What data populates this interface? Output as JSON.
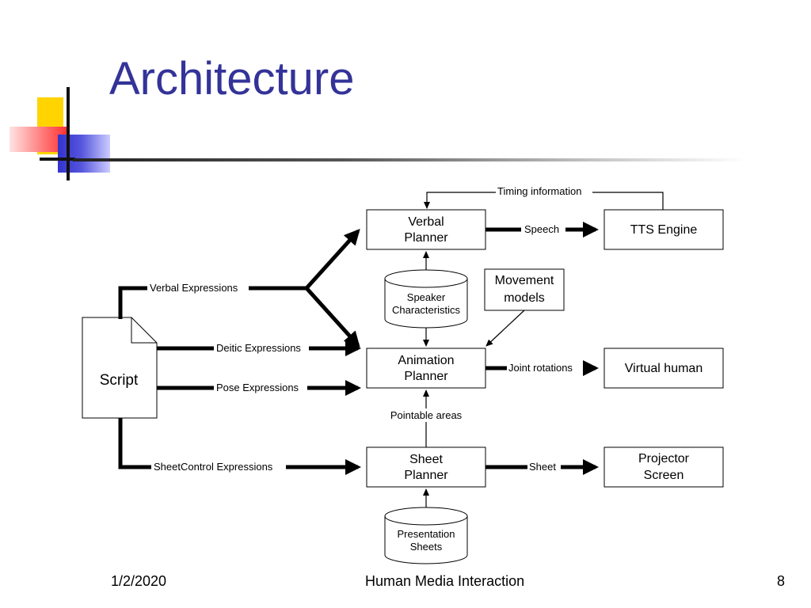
{
  "slide": {
    "title": "Architecture",
    "footer_date": "1/2/2020",
    "footer_center": "Human Media Interaction",
    "page_number": "8"
  },
  "diagram": {
    "nodes": {
      "script": "Script",
      "verbal_planner": [
        "Verbal",
        "Planner"
      ],
      "animation_planner": [
        "Animation",
        "Planner"
      ],
      "sheet_planner": [
        "Sheet",
        "Planner"
      ],
      "tts_engine": "TTS Engine",
      "virtual_human": "Virtual human",
      "projector_screen": [
        "Projector",
        "Screen"
      ],
      "movement_models": [
        "Movement",
        "models"
      ],
      "speaker_characteristics": [
        "Speaker",
        "Characteristics"
      ],
      "presentation_sheets": [
        "Presentation",
        "Sheets"
      ]
    },
    "edges": {
      "timing_information": "Timing information",
      "speech": "Speech",
      "verbal_expressions": "Verbal Expressions",
      "deitic_expressions": "Deitic Expressions",
      "pose_expressions": "Pose Expressions",
      "joint_rotations": "Joint rotations",
      "pointable_areas": "Pointable areas",
      "sheetcontrol_expressions": "SheetControl Expressions",
      "sheet": "Sheet"
    }
  }
}
